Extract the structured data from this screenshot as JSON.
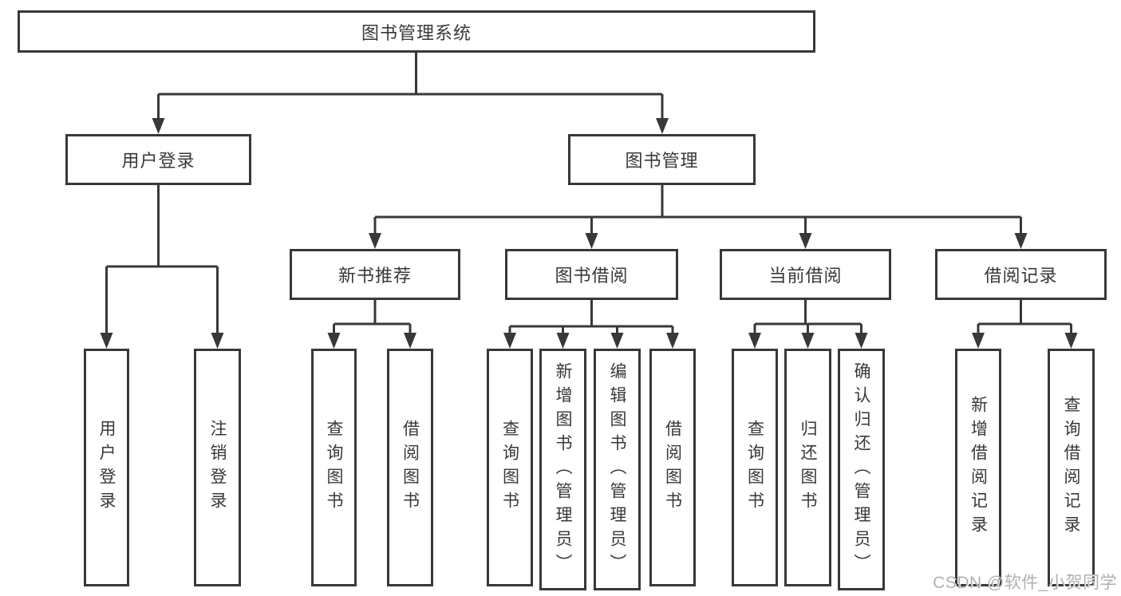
{
  "diagram": {
    "type": "hierarchy-tree",
    "title": "图书管理系统"
  },
  "tree": {
    "root": {
      "label": "图书管理系统"
    },
    "branches": [
      {
        "label": "用户登录",
        "children": [
          {
            "label": "用户登录"
          },
          {
            "label": "注销登录"
          }
        ]
      },
      {
        "label": "图书管理",
        "children": [
          {
            "label": "新书推荐",
            "children": [
              {
                "label": "查询图书"
              },
              {
                "label": "借阅图书"
              }
            ]
          },
          {
            "label": "图书借阅",
            "children": [
              {
                "label": "查询图书"
              },
              {
                "label": "新增图书（管理员）"
              },
              {
                "label": "编辑图书（管理员）"
              },
              {
                "label": "借阅图书"
              }
            ]
          },
          {
            "label": "当前借阅",
            "children": [
              {
                "label": "查询图书"
              },
              {
                "label": "归还图书"
              },
              {
                "label": "确认归还（管理员）"
              }
            ]
          },
          {
            "label": "借阅记录",
            "children": [
              {
                "label": "新增借阅记录"
              },
              {
                "label": "查询借阅记录"
              }
            ]
          }
        ]
      }
    ]
  },
  "watermark": {
    "text": "CSDN @软件_小贺同学"
  },
  "colors": {
    "line": "#383838",
    "text": "#383838",
    "background": "#ffffff",
    "watermark": "#b0b0b0"
  }
}
